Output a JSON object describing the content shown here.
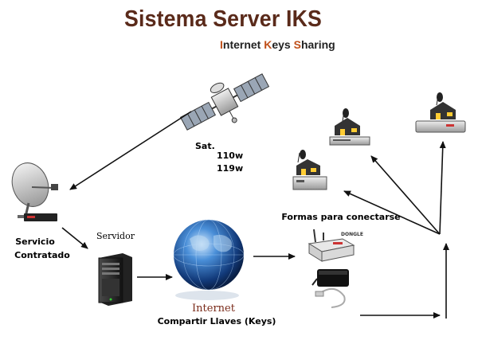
{
  "header": {
    "title": "Sistema Server IKS",
    "subtitle_parts": [
      "I",
      "nternet ",
      "K",
      "eys ",
      "S",
      "haring"
    ]
  },
  "labels": {
    "sat": "Sat.",
    "sat_pos_1": "110w",
    "sat_pos_2": "119w",
    "servicio_1": "Servicio",
    "servicio_2": "Contratado",
    "servidor": "Servidor",
    "internet": "Internet",
    "compartir": "Compartir Llaves (Keys)",
    "formas": "Formas para conectarse",
    "dongle": "DONGLE"
  },
  "colors": {
    "title": "#5a2a1a",
    "accent": "#c0501a",
    "arrow": "#111111"
  },
  "icons": [
    "satellite-icon",
    "satellite-dish-icon",
    "server-tower-icon",
    "globe-icon",
    "router-dongle-icon",
    "power-adapter-icon",
    "ethernet-cable-icon",
    "receiver-house-icon"
  ]
}
